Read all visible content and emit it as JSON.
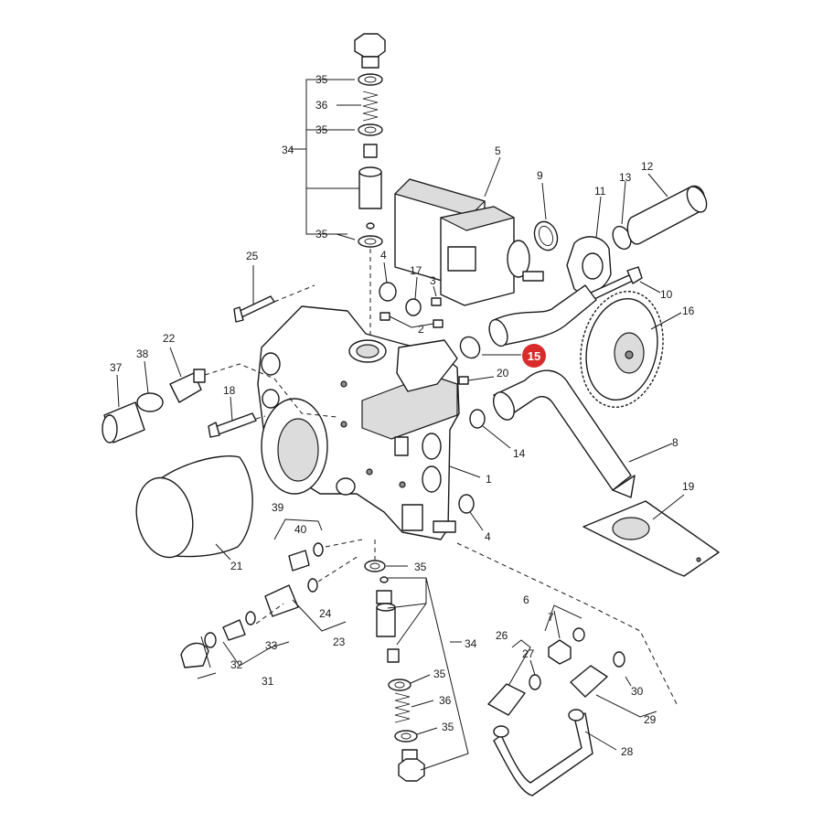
{
  "callouts": {
    "c1": "1",
    "c2": "2",
    "c3": "3",
    "c4a": "4",
    "c4b": "4",
    "c5": "5",
    "c6": "6",
    "c7": "7",
    "c8": "8",
    "c9": "9",
    "c10": "10",
    "c11": "11",
    "c12": "12",
    "c13": "13",
    "c14": "14",
    "c15": "15",
    "c16": "16",
    "c17": "17",
    "c18": "18",
    "c19": "19",
    "c20": "20",
    "c21": "21",
    "c22": "22",
    "c23": "23",
    "c24": "24",
    "c25": "25",
    "c26": "26",
    "c27": "27",
    "c28": "28",
    "c29": "29",
    "c30": "30",
    "c31": "31",
    "c32": "32",
    "c33": "33",
    "c34a": "34",
    "c34b": "34",
    "c35a": "35",
    "c35b": "35",
    "c35c": "35",
    "c35d": "35",
    "c35e": "35",
    "c35f": "35",
    "c36a": "36",
    "c36b": "36",
    "c37": "37",
    "c38": "38",
    "c39": "39",
    "c40": "40"
  },
  "highlight": {
    "label": "15",
    "color": "#d92b2b"
  },
  "colors": {
    "line": "#1a1a1a",
    "part_fill": "#ffffff",
    "shade": "#dcdcdc"
  }
}
